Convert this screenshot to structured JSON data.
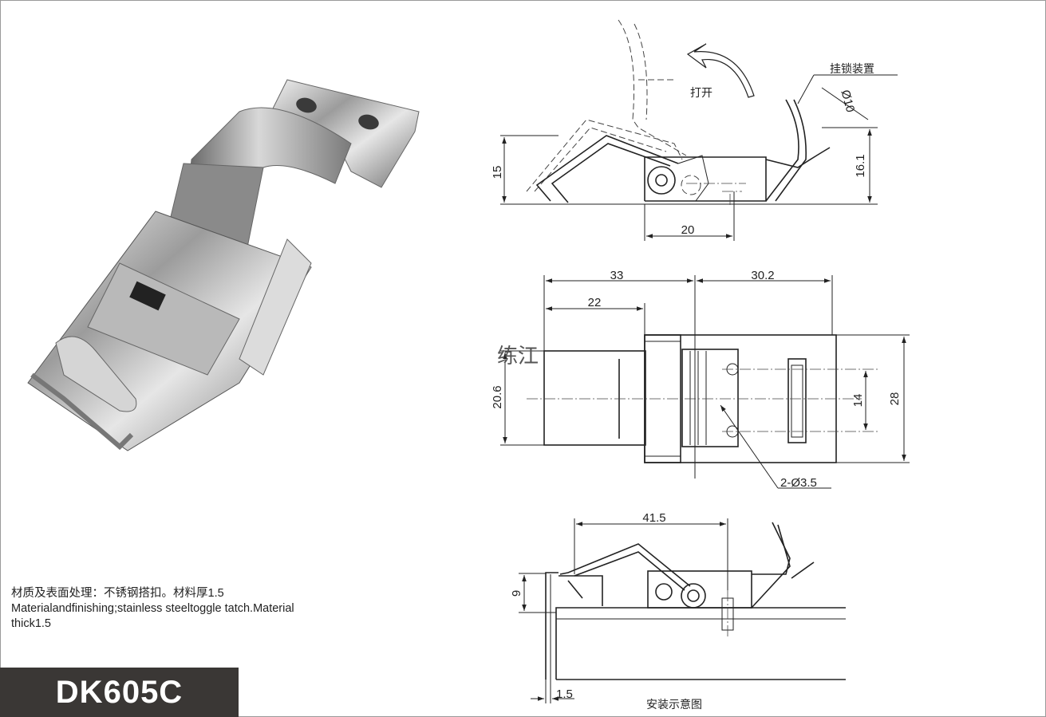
{
  "product": {
    "model": "DK605C",
    "material_cn": "材质及表面处理：不锈钢搭扣。材料厚1.5",
    "material_en_line1": "Materialandfinishing;stainless steeltoggle tatch.Material",
    "material_en_line2": "thick1.5",
    "watermark": "练江"
  },
  "side_view": {
    "open_label": "打开",
    "lock_label": "挂锁装置",
    "dim_height": "15",
    "dim_pin_spacing": "20",
    "dim_lock_height": "16.1",
    "dim_lock_hole": "Ø10"
  },
  "top_view": {
    "dim_33": "33",
    "dim_30_2": "30.2",
    "dim_22": "22",
    "dim_20_6": "20.6",
    "dim_14": "14",
    "dim_28": "28",
    "dim_holes": "2-Ø3.5"
  },
  "install_view": {
    "dim_41_5": "41.5",
    "dim_9": "9",
    "dim_1_5": "1.5",
    "caption": "安装示意图"
  },
  "colors": {
    "model_band": "#3a3735",
    "line": "#222222",
    "frame": "#9a9a9a"
  }
}
